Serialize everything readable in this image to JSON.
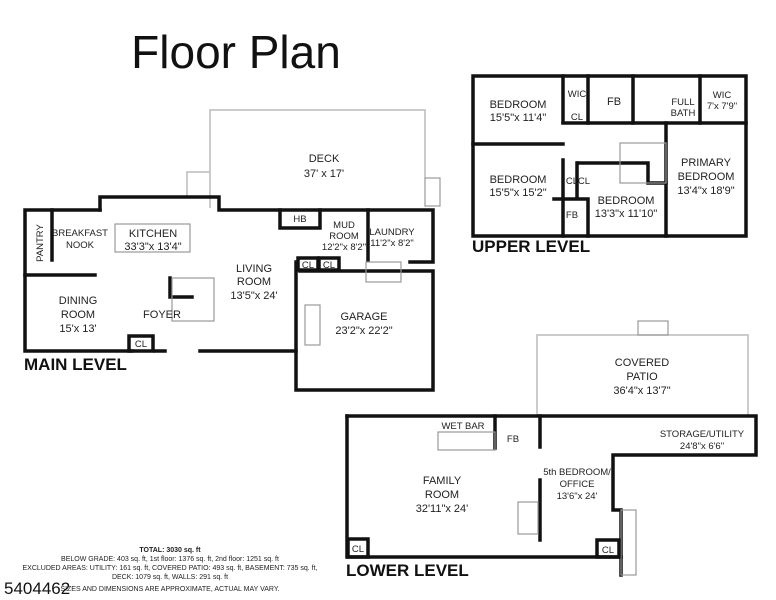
{
  "title": "Floor Plan",
  "listing_id": "5404462",
  "main_level": {
    "label": "MAIN LEVEL",
    "rooms": {
      "deck": {
        "name": "DECK",
        "size": "37' x 17'"
      },
      "pantry": "PANTRY",
      "breakfast": [
        "BREAKFAST",
        "NOOK"
      ],
      "kitchen": {
        "name": "KITCHEN",
        "size": "33'3\"x 13'4\""
      },
      "hb": "HB",
      "mud": {
        "name": [
          "MUD",
          "ROOM"
        ],
        "size": "12'2\"x 8'2\""
      },
      "laundry": {
        "name": "LAUNDRY",
        "size": "11'2\"x 8'2\""
      },
      "living": {
        "name": [
          "LIVING",
          "ROOM"
        ],
        "size": "13'5\"x 24'"
      },
      "dining": {
        "name": [
          "DINING",
          "ROOM"
        ],
        "size": "15'x 13'"
      },
      "foyer": "FOYER",
      "cl": "CL",
      "garage": {
        "name": "GARAGE",
        "size": "23'2\"x 22'2\""
      }
    }
  },
  "upper_level": {
    "label": "UPPER LEVEL",
    "rooms": {
      "bed1": {
        "name": "BEDROOM",
        "size": "15'5\"x 11'4\""
      },
      "bed2": {
        "name": "BEDROOM",
        "size": "15'5\"x 15'2\""
      },
      "bed3": {
        "name": "BEDROOM",
        "size": "13'3\"x 11'10\""
      },
      "wic": "WIC",
      "cl": "CL",
      "fb": "FB",
      "full_bath": [
        "FULL",
        "BATH"
      ],
      "wic2": {
        "name": "WIC",
        "size": "7'x 7'9\""
      },
      "primary": {
        "name": [
          "PRIMARY",
          "BEDROOM"
        ],
        "size": "13'4\"x 18'9\""
      }
    }
  },
  "lower_level": {
    "label": "LOWER LEVEL",
    "rooms": {
      "patio": {
        "name": [
          "COVERED",
          "PATIO"
        ],
        "size": "36'4\"x 13'7\""
      },
      "wet_bar": "WET BAR",
      "fb": "FB",
      "storage": {
        "name": "STORAGE/UTILITY",
        "size": "24'8\"x 6'6\""
      },
      "family": {
        "name": [
          "FAMILY",
          "ROOM"
        ],
        "size": "32'11\"x 24'"
      },
      "office": {
        "name": [
          "5th BEDROOM/",
          "OFFICE"
        ],
        "size": "13'6\"x 24'"
      },
      "cl": "CL"
    }
  },
  "footer": {
    "total": "TOTAL: 3030 sq. ft",
    "line1": "BELOW GRADE: 403 sq. ft, 1st floor: 1376 sq. ft, 2nd floor: 1251 sq. ft",
    "line2": "EXCLUDED AREAS: UTILITY: 161 sq. ft, COVERED PATIO: 493 sq. ft, BASEMENT: 735 sq. ft,",
    "line3": "DECK: 1079 sq. ft, WALLS: 291 sq. ft",
    "disclaimer": "SIZES AND DIMENSIONS ARE APPROXIMATE, ACTUAL MAY VARY."
  }
}
